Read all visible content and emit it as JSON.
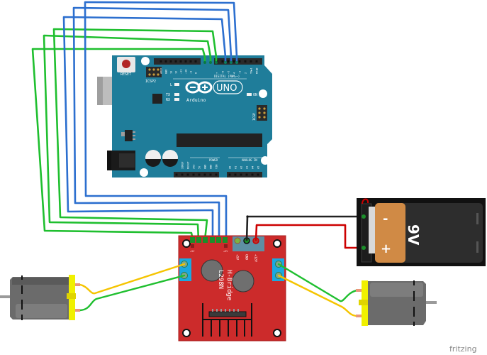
{
  "diagram": {
    "type": "breadboard-schematic",
    "watermark": "fritzing",
    "colors": {
      "board_arduino": "#1f7d9a",
      "board_hbridge": "#cc2b2b",
      "wire_green": "#1fbf2f",
      "wire_blue": "#2c6fcf",
      "wire_yellow": "#f5c400",
      "wire_black": "#222222",
      "wire_red": "#cc0000",
      "terminal_blue": "#1aa9e0",
      "motor_body": "#6b6b6b",
      "motor_cap": "#f0f000",
      "battery_orange": "#d08a45"
    }
  },
  "arduino": {
    "name": "Arduino UNO",
    "logo_text": "Arduino",
    "logo_tm": "™",
    "model": "UNO",
    "reset_label": "RESET",
    "icsp2_label": "ICSP2",
    "icsp_label": "ICSP",
    "icsp_pin1": "1",
    "led_labels": {
      "l": "L",
      "tx": "TX",
      "rx": "RX",
      "on": "ON"
    },
    "digital_label": "DIGITAL (PWM=~)",
    "power_label": "POWER",
    "analog_label": "ANALOG IN",
    "digital_pins": [
      "AREF",
      "GND",
      "13",
      "12",
      "~11",
      "~10",
      "~9",
      "8",
      "7",
      "~6",
      "~5",
      "4",
      "~3",
      "2",
      "TX▶1",
      "RX◀0"
    ],
    "power_pins": [
      "IOREF",
      "RESET",
      "3V3",
      "5V",
      "GND",
      "GND",
      "VIN"
    ],
    "analog_pins": [
      "A0",
      "A1",
      "A2",
      "A3",
      "A4",
      "A5"
    ]
  },
  "hbridge": {
    "title_line1": "L298N",
    "title_line2": "H-Bridge",
    "pin_labels": {
      "plus5_left": "+5V",
      "plus5_right": "+5V"
    },
    "power_labels": [
      "+5V",
      "GND",
      "+12V"
    ]
  },
  "battery": {
    "voltage_label": "9V",
    "minus_label": "-",
    "plus_label": "+"
  },
  "motors": [
    {
      "name": "motor-left"
    },
    {
      "name": "motor-right"
    }
  ],
  "connections": [
    {
      "from": "arduino.~10",
      "to": "hbridge.ENA",
      "color": "green"
    },
    {
      "from": "arduino.~9",
      "to": "hbridge.IN1",
      "color": "green"
    },
    {
      "from": "arduino.8",
      "to": "hbridge.IN2",
      "color": "green"
    },
    {
      "from": "arduino.7",
      "to": "hbridge.IN3",
      "color": "blue"
    },
    {
      "from": "arduino.~6",
      "to": "hbridge.IN4",
      "color": "blue"
    },
    {
      "from": "arduino.~5",
      "to": "hbridge.ENB",
      "color": "blue"
    },
    {
      "from": "battery.-",
      "to": "hbridge.GND",
      "color": "black"
    },
    {
      "from": "battery.+",
      "to": "hbridge.+12V",
      "color": "red"
    },
    {
      "from": "hbridge.OUT1",
      "to": "motor-left",
      "color": "yellow"
    },
    {
      "from": "hbridge.OUT2",
      "to": "motor-left",
      "color": "green"
    },
    {
      "from": "hbridge.OUT3",
      "to": "motor-right",
      "color": "green"
    },
    {
      "from": "hbridge.OUT4",
      "to": "motor-right",
      "color": "yellow"
    }
  ]
}
